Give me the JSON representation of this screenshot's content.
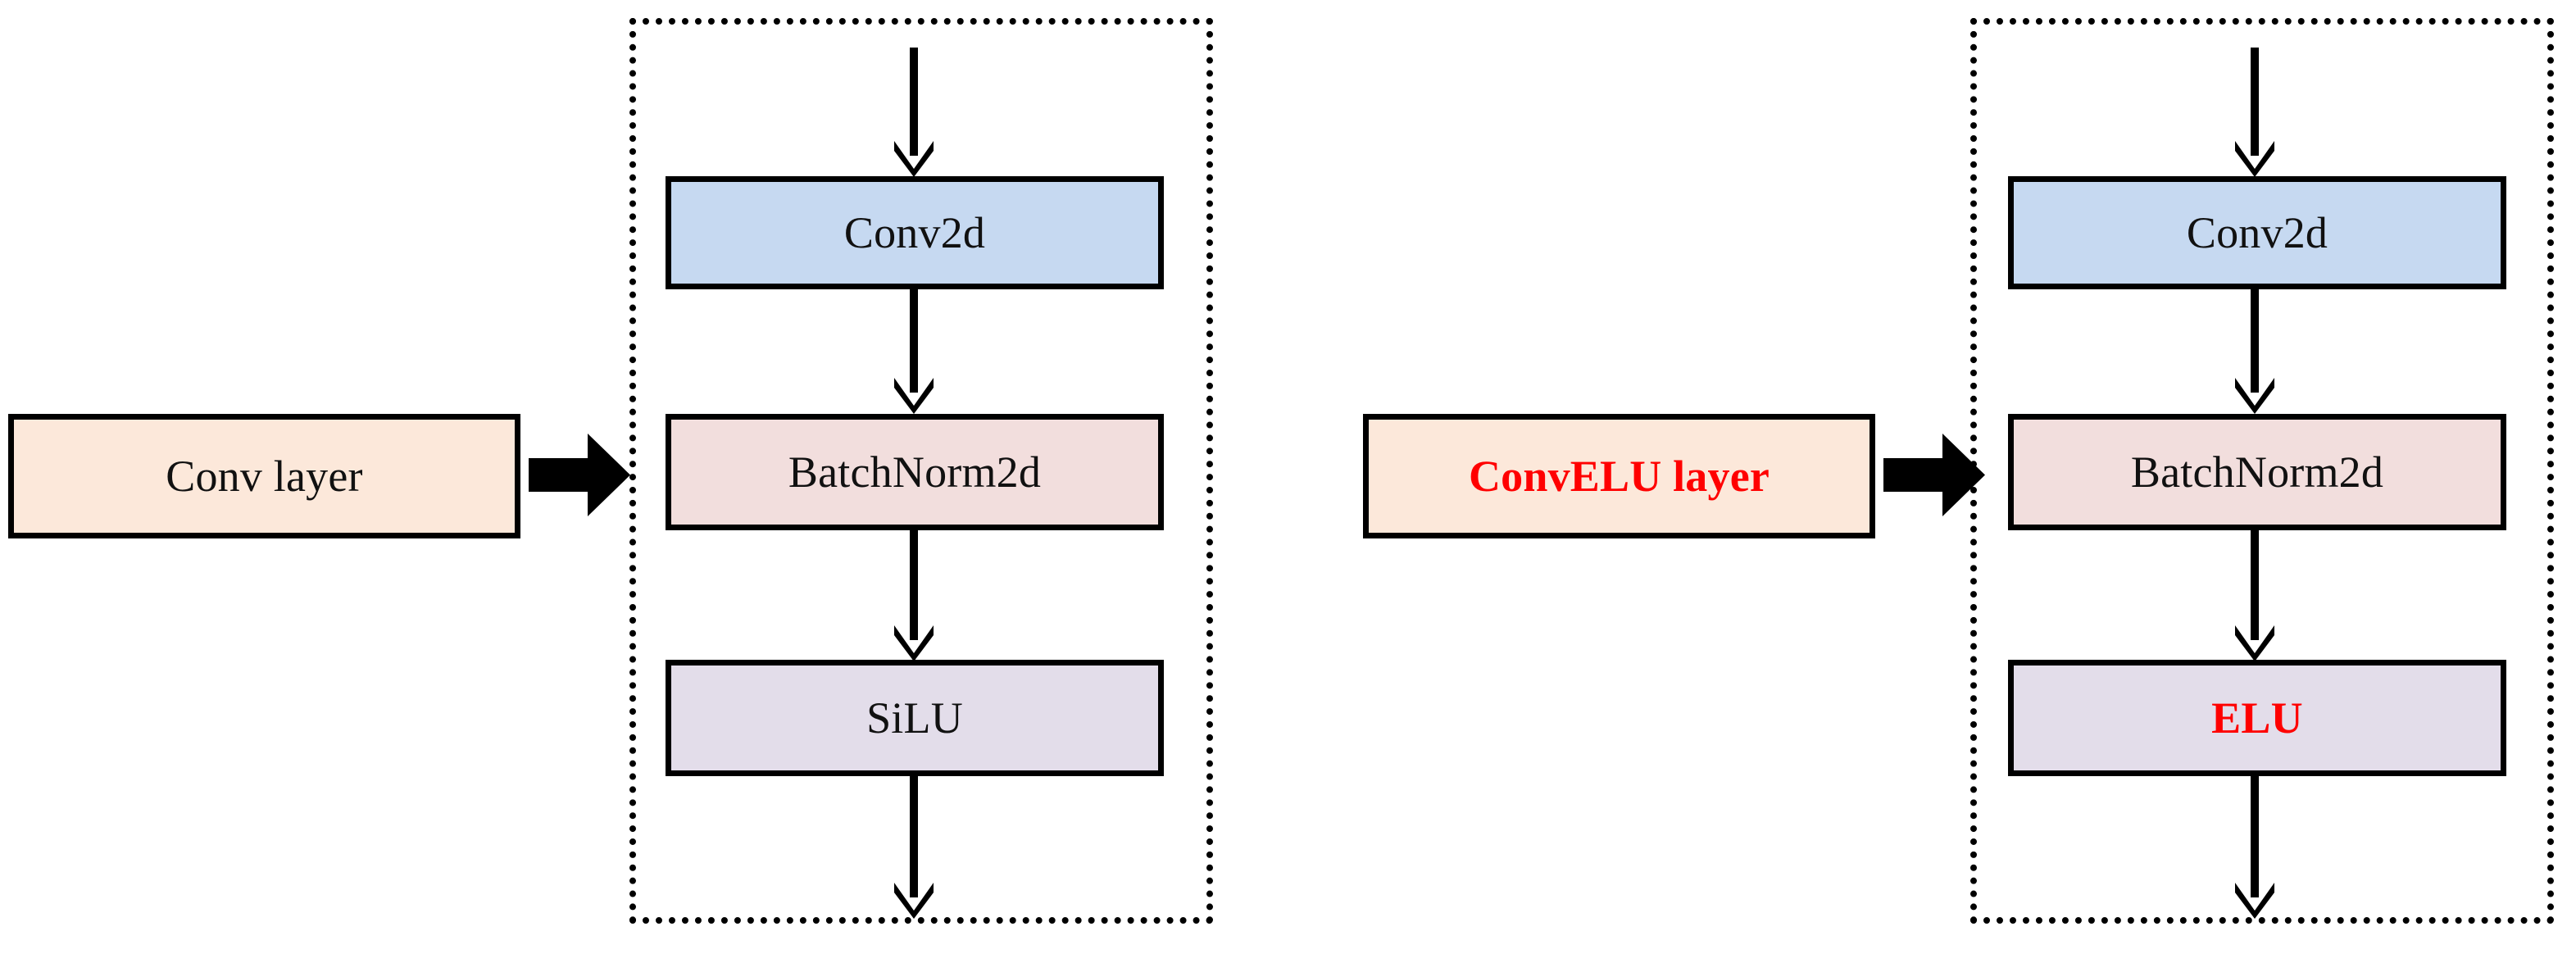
{
  "diagram": {
    "title": "Conv layer vs ConvELU layer block diagram",
    "colors": {
      "conv2d_fill": "#c6d9f1",
      "batchnorm_fill": "#f2dedd",
      "activation_fill": "#e3ddea",
      "layer_fill": "#fce8da",
      "stroke": "#000000",
      "emphasis": "#ff0000"
    },
    "panels": [
      {
        "id": "conv-layer-panel",
        "source_label": "Conv layer",
        "source_emphasis": false,
        "expand_arrow": "fat-right-arrow",
        "blocks": [
          {
            "id": "conv2d",
            "label": "Conv2d",
            "emphasis": false,
            "fill": "#c6d9f1"
          },
          {
            "id": "batchnorm2d",
            "label": "BatchNorm2d",
            "emphasis": false,
            "fill": "#f2dedd"
          },
          {
            "id": "silu",
            "label": "SiLU",
            "emphasis": false,
            "fill": "#e3ddea"
          }
        ]
      },
      {
        "id": "convelu-layer-panel",
        "source_label": "ConvELU layer",
        "source_emphasis": true,
        "expand_arrow": "fat-right-arrow",
        "blocks": [
          {
            "id": "conv2d",
            "label": "Conv2d",
            "emphasis": false,
            "fill": "#c6d9f1"
          },
          {
            "id": "batchnorm2d",
            "label": "BatchNorm2d",
            "emphasis": false,
            "fill": "#f2dedd"
          },
          {
            "id": "elu",
            "label": "ELU",
            "emphasis": true,
            "fill": "#e3ddea"
          }
        ]
      }
    ]
  }
}
